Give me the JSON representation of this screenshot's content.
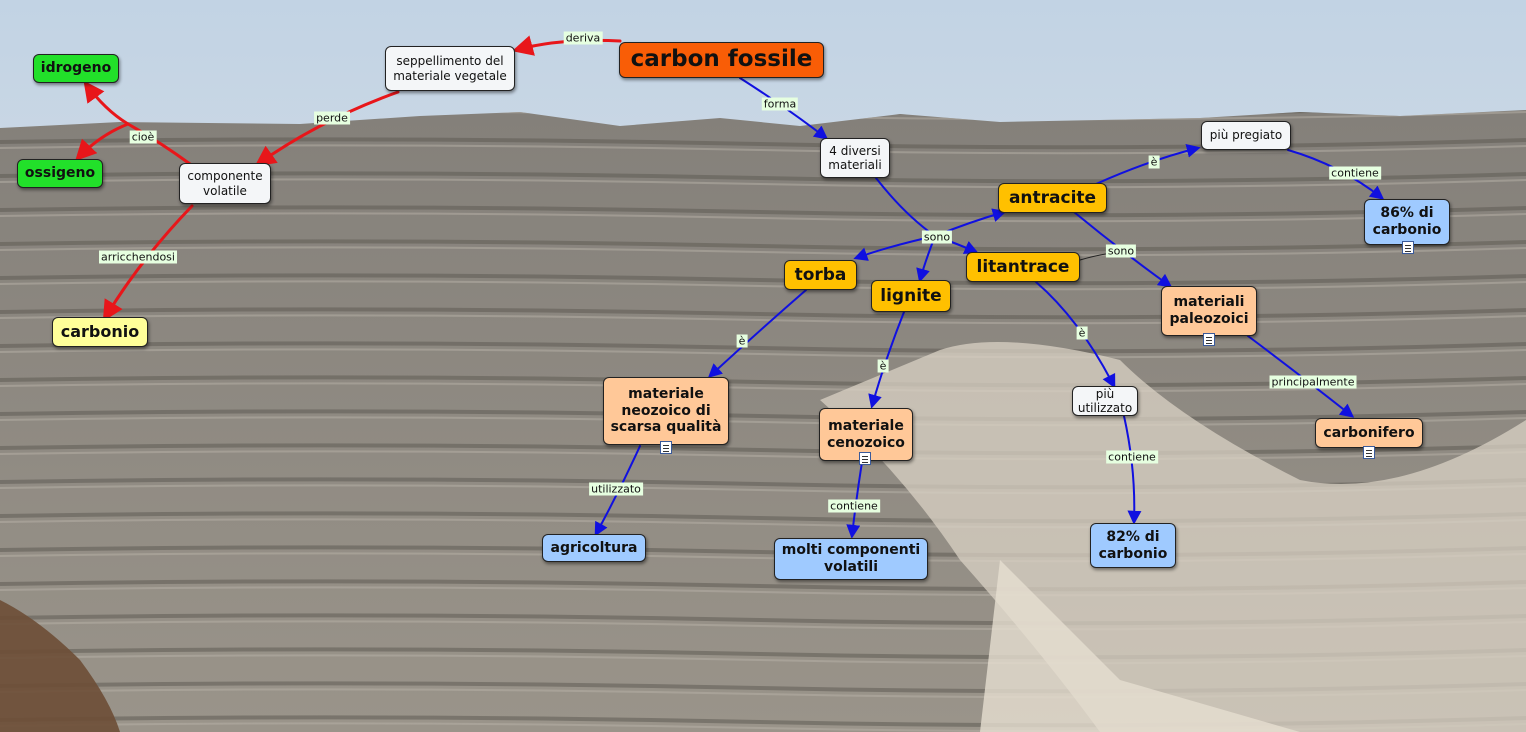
{
  "nodes": {
    "carbon_fossile": "carbon fossile",
    "seppellimento": "seppellimento del materiale vegetale",
    "idrogeno": "idrogeno",
    "ossigeno": "ossigeno",
    "componente_volatile": "componente volatile",
    "carbonio": "carbonio",
    "quattro_materiali": "4 diversi materiali",
    "antracite": "antracite",
    "piu_pregiato": "più pregiato",
    "ottantasei": "86% di carbonio",
    "torba": "torba",
    "lignite": "lignite",
    "litantrace": "litantrace",
    "materiali_paleozoici": "materiali paleozoici",
    "neozoico": "materiale neozoico di scarsa qualità",
    "cenozoico": "materiale cenozoico",
    "piu_utilizzato": "più utilizzato",
    "carbonifero": "carbonifero",
    "agricoltura": "agricoltura",
    "molti_componenti": "molti componenti volatili",
    "ottantadue": "82% di carbonio"
  },
  "links": {
    "deriva": "deriva",
    "perde": "perde",
    "cioe": "cioè",
    "arricchendosi": "arricchendosi",
    "forma": "forma",
    "sono_1": "sono",
    "e_antracite": "è",
    "contiene_86": "contiene",
    "sono_2": "sono",
    "e_litantrace": "è",
    "e_torba": "è",
    "e_lignite": "è",
    "principalmente": "principalmente",
    "contiene_82": "contiene",
    "utilizzato": "utilizzato",
    "contiene_molti": "contiene"
  },
  "colors": {
    "red_link": "#e8161a",
    "blue_link": "#1010e0",
    "sky_top": "#c4d6e6",
    "rock": "#8a8780"
  }
}
